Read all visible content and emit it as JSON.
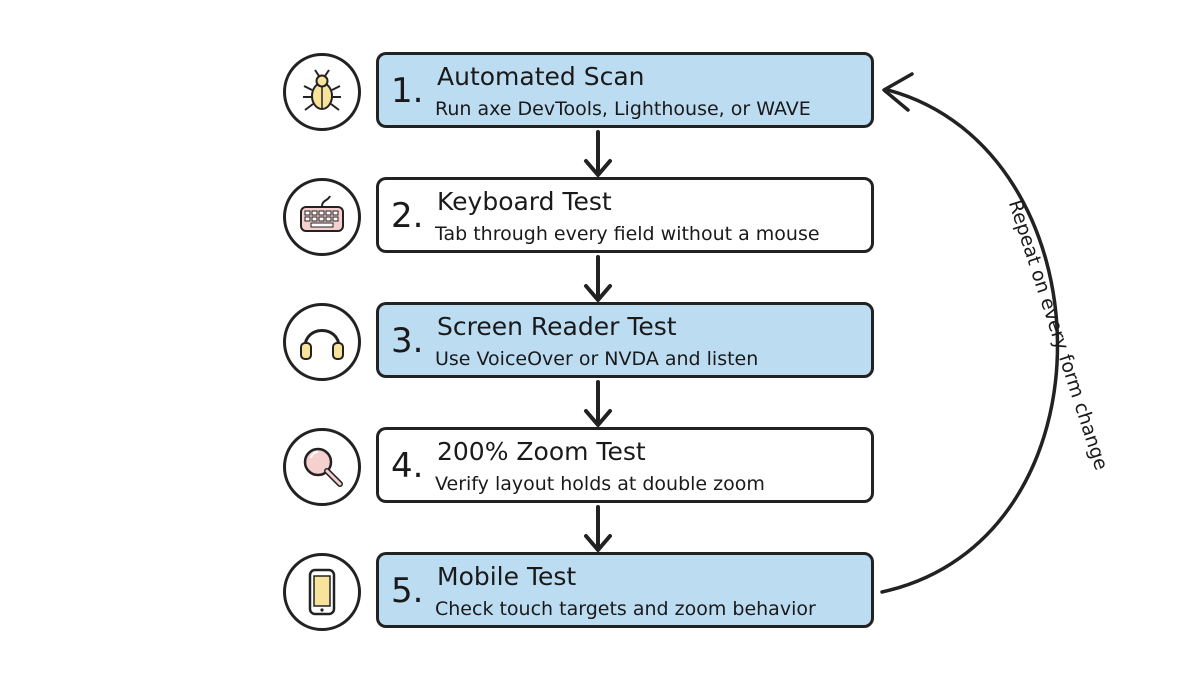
{
  "steps": [
    {
      "number": "1.",
      "title": "Automated Scan",
      "description": "Run axe DevTools, Lighthouse, or WAVE",
      "icon": "bug-icon",
      "highlighted": true
    },
    {
      "number": "2.",
      "title": "Keyboard Test",
      "description": "Tab through every field without a mouse",
      "icon": "keyboard-icon",
      "highlighted": false
    },
    {
      "number": "3.",
      "title": "Screen Reader Test",
      "description": "Use VoiceOver or NVDA and listen",
      "icon": "headphones-icon",
      "highlighted": true
    },
    {
      "number": "4.",
      "title": "200% Zoom Test",
      "description": "Verify layout holds at double zoom",
      "icon": "magnifier-icon",
      "highlighted": false
    },
    {
      "number": "5.",
      "title": "Mobile Test",
      "description": "Check touch targets and zoom behavior",
      "icon": "phone-icon",
      "highlighted": true
    }
  ],
  "loop_label": "Repeat on every form change",
  "colors": {
    "highlight": "#bcdcf2",
    "plain": "#ffffff",
    "stroke": "#222222",
    "icon_yellow": "#f7e49a",
    "icon_pink": "#f6cfcf"
  }
}
